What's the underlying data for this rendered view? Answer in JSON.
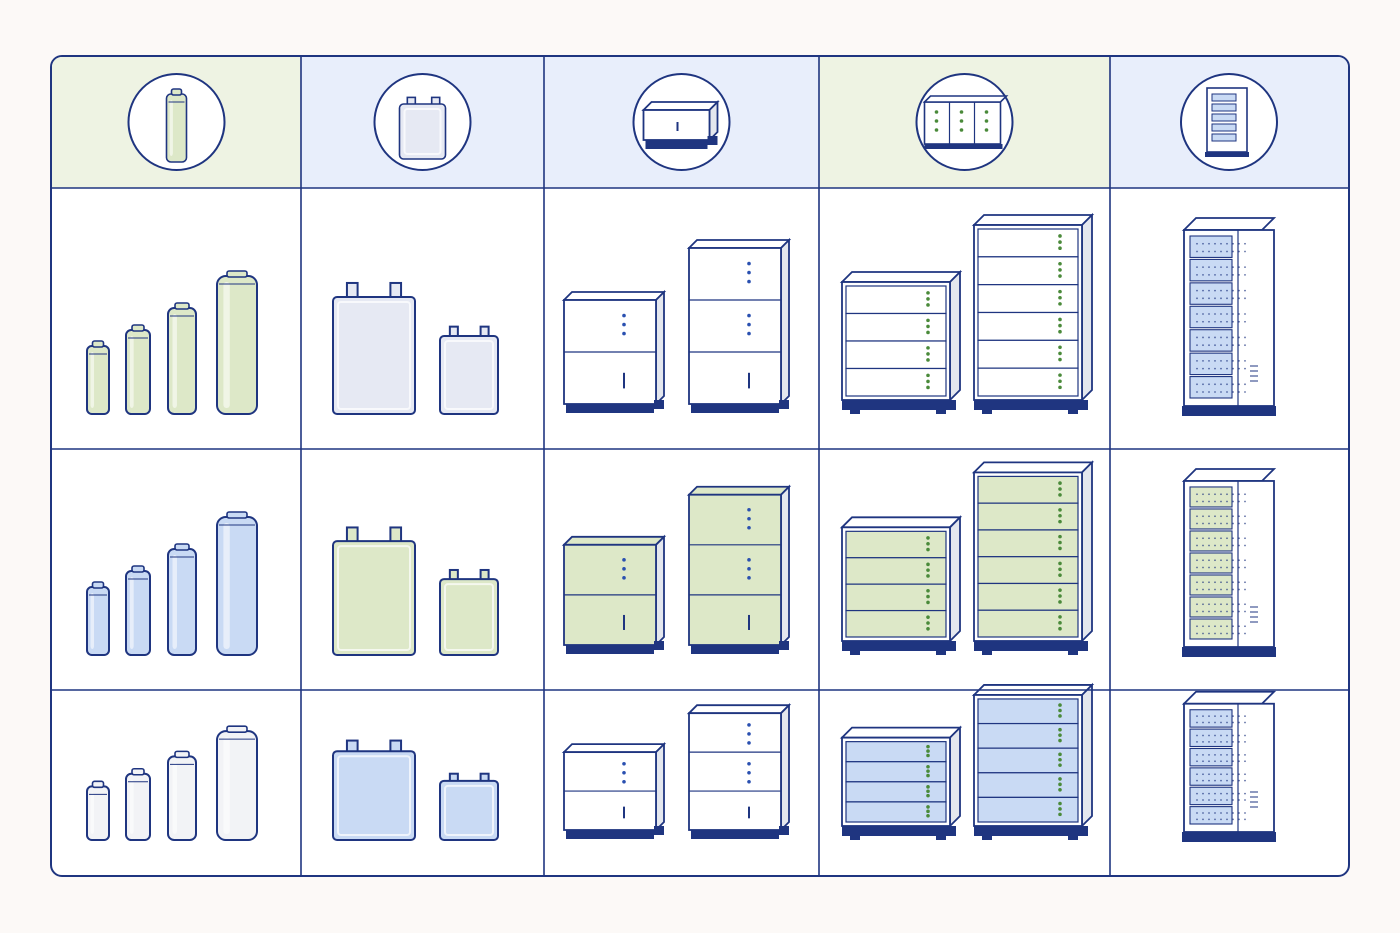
{
  "colors": {
    "outline": "#1f3580",
    "header_green": "#eef3e3",
    "header_blue": "#e8eefb",
    "fill_green": "#dde8c8",
    "fill_blue": "#c9daf4",
    "fill_white": "#ffffff",
    "fill_white_battery": "#f2f3f6",
    "fill_grey_pouch": "#e6e9f3",
    "base_navy": "#1f3580",
    "led_green": "#4a8a3a",
    "led_blue": "#2a50b0"
  },
  "columns": [
    {
      "id": "cylindrical-cells",
      "header_icon": "cylindrical-cell-icon",
      "header_tint": "green"
    },
    {
      "id": "pouch-cells",
      "header_icon": "pouch-cell-icon",
      "header_tint": "blue"
    },
    {
      "id": "home-battery-units",
      "header_icon": "home-battery-unit-icon",
      "header_tint": "blue"
    },
    {
      "id": "modular-battery-cabinets",
      "header_icon": "modular-cabinet-icon",
      "header_tint": "green"
    },
    {
      "id": "rack-battery-systems",
      "header_icon": "battery-rack-icon",
      "header_tint": "blue"
    }
  ],
  "rows": [
    {
      "id": "row-standard",
      "cylinder_fill": "green",
      "pouch_fill": "grey",
      "unit_fill": "white",
      "cabinet_fill": "white",
      "rack_fill": "blue"
    },
    {
      "id": "row-green-blue",
      "cylinder_fill": "blue",
      "pouch_fill": "green",
      "unit_fill": "green",
      "cabinet_fill": "green",
      "rack_fill": "green"
    },
    {
      "id": "row-white-blue",
      "cylinder_fill": "white",
      "pouch_fill": "blue",
      "unit_fill": "white",
      "cabinet_fill": "blue",
      "rack_fill": "blue"
    }
  ]
}
